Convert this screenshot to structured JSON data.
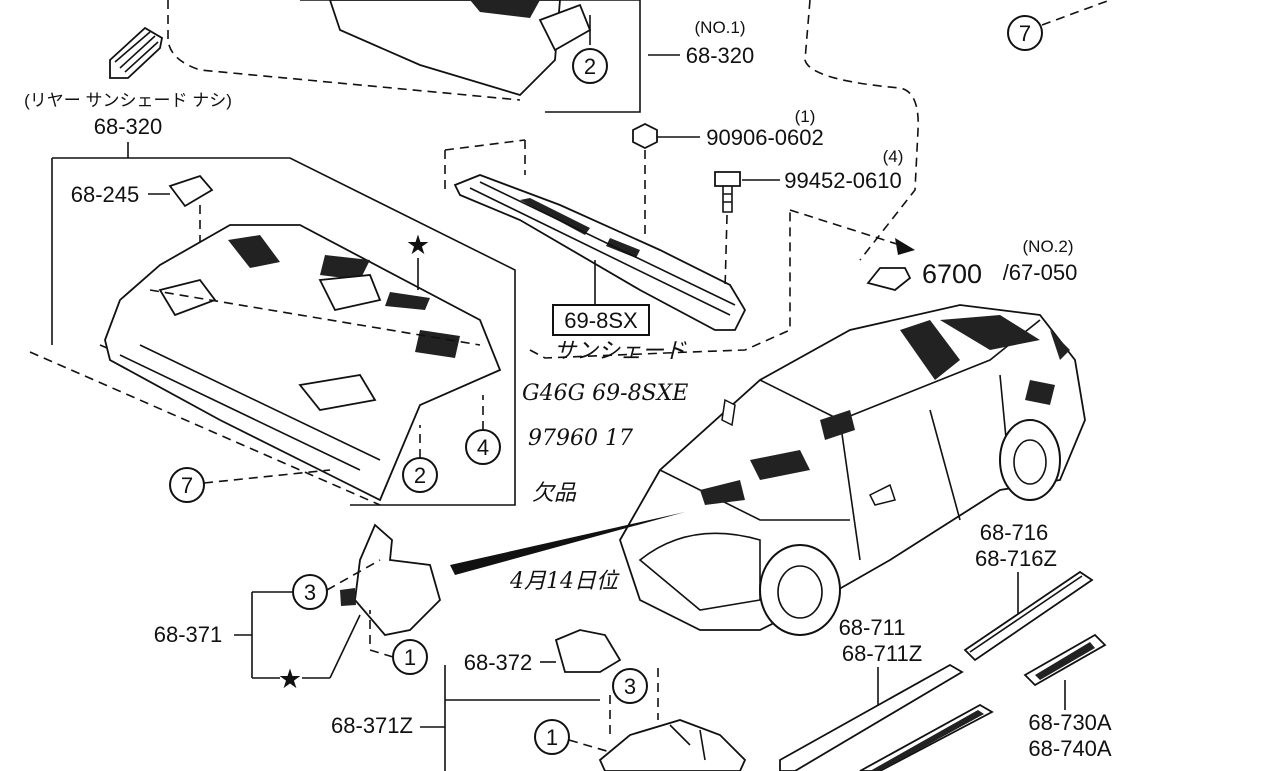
{
  "labels": {
    "top_no1_qty": "(NO.1)",
    "top_no1_part": "68-320",
    "left_note_jp": "(リヤー サンシェード ナシ)",
    "left_part": "68-320",
    "cover_part": "68-245",
    "nut_qty": "(1)",
    "nut_part": "90906-0602",
    "bolt_qty": "(4)",
    "bolt_part": "99452-0610",
    "sunshade_part": "69-8SX",
    "sunshade_note_jp": "サンシェード",
    "no2_qty": "(NO.2)",
    "ref_6700": "6700",
    "ref_67050": "/67-050",
    "hand_line1": "G46G 69-8SXE",
    "hand_line2": "97960 17",
    "hand_line3": "欠品",
    "hand_line4": "4月14日位",
    "p_68716": "68-716",
    "p_68716z": "68-716Z",
    "p_68711": "68-711",
    "p_68711z": "68-711Z",
    "p_68730a": "68-730A",
    "p_68740a": "68-740A",
    "p_68371": "68-371",
    "p_68372": "68-372",
    "p_68371z": "68-371Z"
  },
  "callouts": {
    "c2_top": "2",
    "c7_top": "7",
    "c7_left": "7",
    "c2_left": "2",
    "c4_left": "4",
    "c3_a": "3",
    "c1_a": "1",
    "c3_b": "3",
    "c1_b": "1"
  },
  "star_symbol": "★"
}
